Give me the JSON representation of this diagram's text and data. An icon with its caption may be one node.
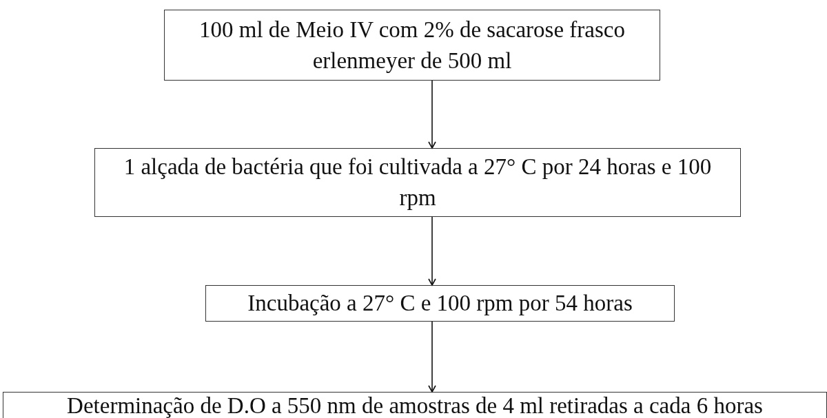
{
  "diagram": {
    "nodes": [
      {
        "text": [
          "100 ml de Meio IV com 2% de sacarose frasco erlenmeyer de 500 ml"
        ]
      },
      {
        "text": [
          "1 alçada de bactéria que foi cultivada a 27° C por 24 horas e 100 rpm"
        ]
      },
      {
        "text": [
          "Incubação a 27° C e 100 rpm por 54 horas"
        ]
      },
      {
        "text": [
          "Determinação de D.O a 550 nm de amostras de 4 ml retiradas a cada 6 horas"
        ]
      }
    ],
    "edges": [
      {
        "from": 0,
        "to": 1,
        "arrow": "to"
      },
      {
        "from": 1,
        "to": 2,
        "arrow": "to"
      },
      {
        "from": 2,
        "to": 3,
        "arrow": "to"
      }
    ]
  }
}
